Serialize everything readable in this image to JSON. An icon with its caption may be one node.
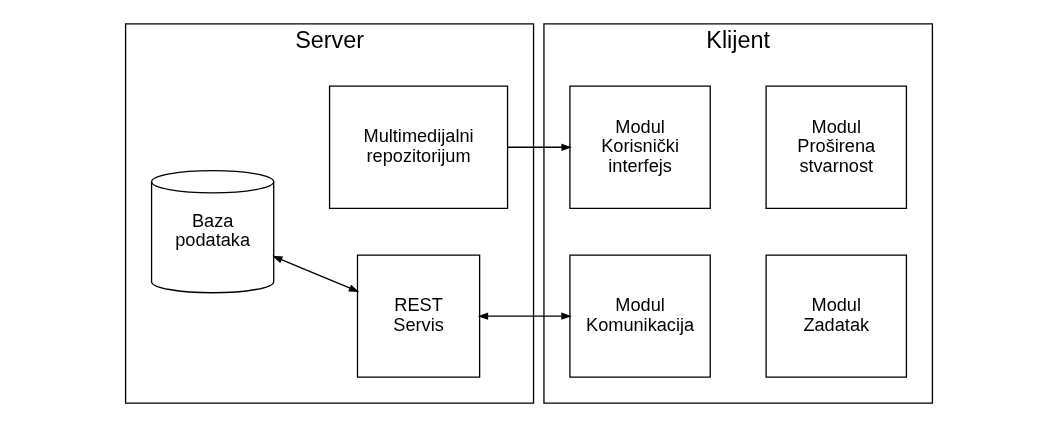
{
  "diagram": {
    "nodes": [
      {
        "text": [
          "Server"
        ]
      },
      {
        "text": [
          "Baza podataka"
        ],
        "in": 0
      },
      {
        "text": [
          "REST Servis"
        ],
        "in": 0
      },
      {
        "text": [
          "Multimedijalni repozitorijum"
        ],
        "in": 0
      },
      {
        "text": [
          "Klijent"
        ]
      },
      {
        "text": [
          "Modul Komunikacija"
        ],
        "in": 4
      },
      {
        "text": [
          "Modul Zadatak"
        ],
        "in": 4
      },
      {
        "text": [
          "Modul Korisnički interfejs"
        ],
        "in": 4
      },
      {
        "text": [
          "Modul Proširena stvarnost"
        ],
        "in": 4
      }
    ],
    "edges": [
      {
        "from": 1,
        "to": 2,
        "arrow": "both"
      },
      {
        "from": 2,
        "to": 5,
        "arrow": "both"
      },
      {
        "from": 3,
        "to": 7,
        "arrow": "to"
      }
    ]
  }
}
